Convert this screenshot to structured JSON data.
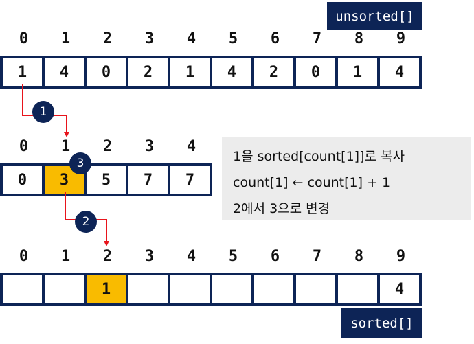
{
  "unsorted": {
    "label": "unsorted[]",
    "indices": [
      "0",
      "1",
      "2",
      "3",
      "4",
      "5",
      "6",
      "7",
      "8",
      "9"
    ],
    "values": [
      "1",
      "4",
      "0",
      "2",
      "1",
      "4",
      "2",
      "0",
      "1",
      "4"
    ]
  },
  "count": {
    "indices": [
      "0",
      "1",
      "2",
      "3",
      "4"
    ],
    "values": [
      "0",
      "3",
      "5",
      "7",
      "7"
    ]
  },
  "sorted": {
    "label": "sorted[]",
    "indices": [
      "0",
      "1",
      "2",
      "3",
      "4",
      "5",
      "6",
      "7",
      "8",
      "9"
    ],
    "values": [
      "",
      "",
      "1",
      "",
      "",
      "",
      "",
      "",
      "",
      "4"
    ]
  },
  "steps": [
    "1",
    "2",
    "3"
  ],
  "note": {
    "line1": "1을 sorted[count[1]]로 복사",
    "line2": "count[1] ← count[1] + 1",
    "line3": "2에서 3으로 변경"
  },
  "colors": {
    "navy": "#0d2456",
    "highlight": "#f9bb00",
    "arrow": "#e8141c",
    "note_bg": "#ececec"
  }
}
